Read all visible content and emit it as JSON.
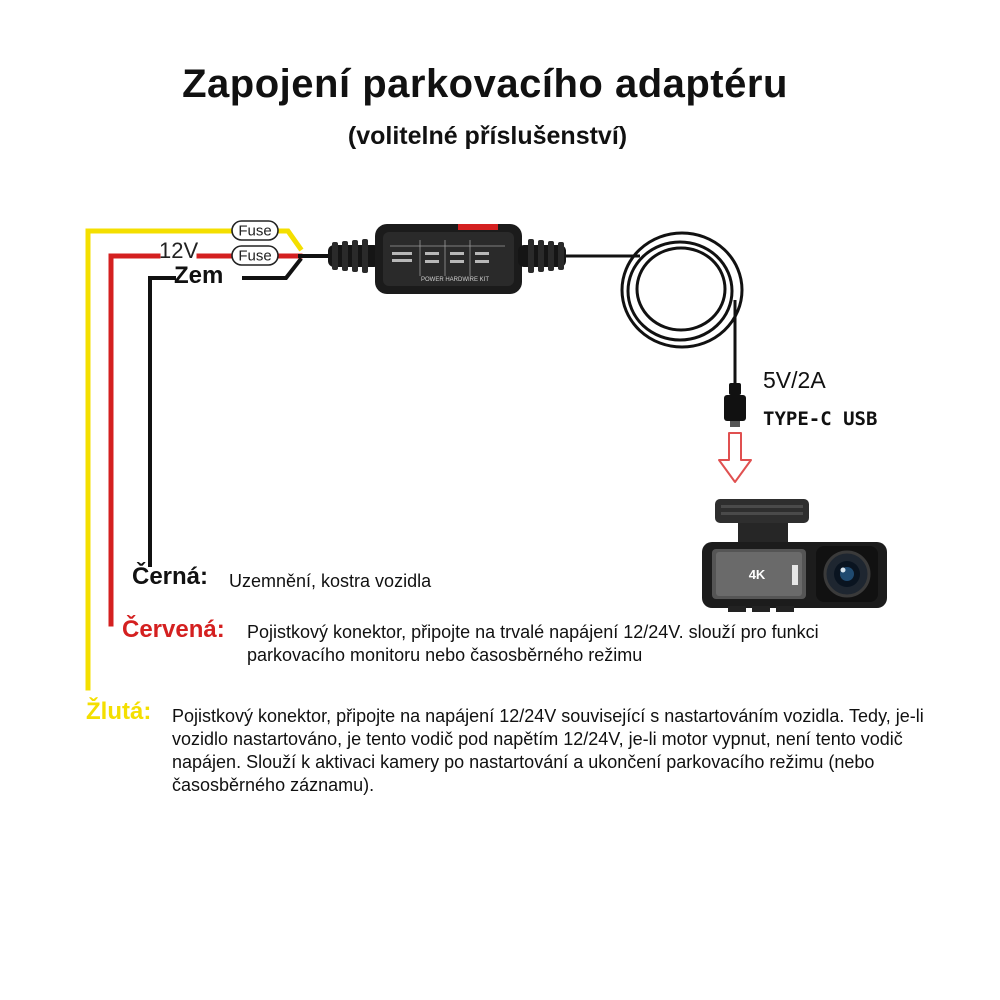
{
  "title": "Zapojení parkovacího adaptéru",
  "subtitle": "(volitelné příslušenství)",
  "wires": {
    "fuse_label_top": "Fuse",
    "fuse_label_mid": "Fuse",
    "label_12v": "12V",
    "label_zem": "Zem"
  },
  "adapter": {
    "brand_text": "POWER HARDWIRE KIT"
  },
  "cable": {
    "spec": "5V/2A",
    "connector": "TYPE-C USB"
  },
  "camera": {
    "badge": "4K"
  },
  "colors": {
    "yellow": "#f4df00",
    "red": "#d42020",
    "black": "#111111"
  },
  "legend": {
    "black": {
      "key": "Černá:",
      "text": "Uzemnění, kostra vozidla"
    },
    "red": {
      "key": "Červená:",
      "text": "Pojistkový konektor, připojte na trvalé napájení 12/24V. slouží pro funkci parkovacího monitoru nebo časosběrného režimu"
    },
    "yellow": {
      "key": "Žlutá:",
      "text": "Pojistkový konektor, připojte na napájení 12/24V související s nastartováním vozidla. Tedy, je-li vozidlo nastartováno, je tento vodič pod napětím 12/24V, je-li motor vypnut, není tento vodič napájen. Slouží k aktivaci kamery po nastartování a ukončení parkovacího režimu (nebo časosběrného záznamu)."
    }
  }
}
